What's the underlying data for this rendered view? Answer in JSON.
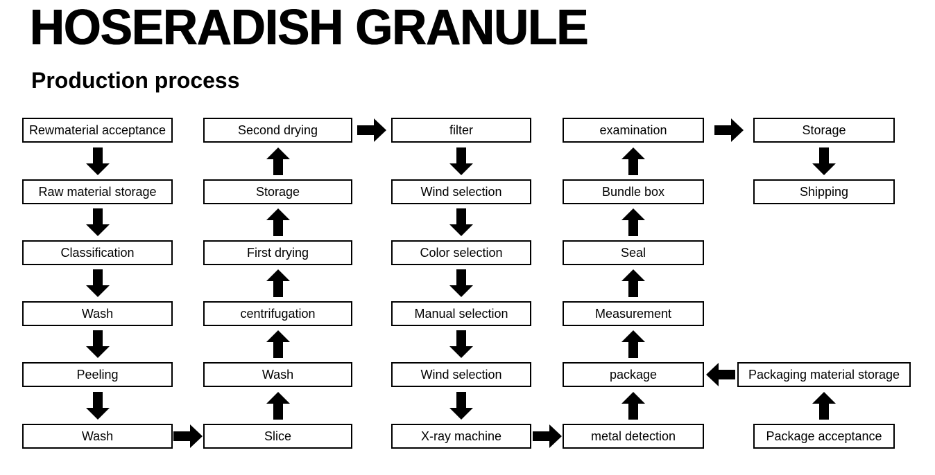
{
  "header": {
    "title": "HOSERADISH GRANULE",
    "subtitle": "Production process"
  },
  "colors": {
    "background": "#ffffff",
    "box_fill": "#ffffff",
    "box_border": "#000000",
    "text": "#000000",
    "arrow": "#000000"
  },
  "flowchart": {
    "nodes": [
      {
        "col": 0,
        "row": 0,
        "label": "Rewmaterial acceptance"
      },
      {
        "col": 0,
        "row": 1,
        "label": "Raw material storage"
      },
      {
        "col": 0,
        "row": 2,
        "label": "Classification"
      },
      {
        "col": 0,
        "row": 3,
        "label": "Wash"
      },
      {
        "col": 0,
        "row": 4,
        "label": "Peeling"
      },
      {
        "col": 0,
        "row": 5,
        "label": "Wash"
      },
      {
        "col": 1,
        "row": 0,
        "label": "Second drying"
      },
      {
        "col": 1,
        "row": 1,
        "label": "Storage"
      },
      {
        "col": 1,
        "row": 2,
        "label": "First drying"
      },
      {
        "col": 1,
        "row": 3,
        "label": "centrifugation"
      },
      {
        "col": 1,
        "row": 4,
        "label": "Wash"
      },
      {
        "col": 1,
        "row": 5,
        "label": "Slice"
      },
      {
        "col": 2,
        "row": 0,
        "label": "filter"
      },
      {
        "col": 2,
        "row": 1,
        "label": "Wind selection"
      },
      {
        "col": 2,
        "row": 2,
        "label": "Color selection"
      },
      {
        "col": 2,
        "row": 3,
        "label": "Manual selection"
      },
      {
        "col": 2,
        "row": 4,
        "label": "Wind selection"
      },
      {
        "col": 2,
        "row": 5,
        "label": "X-ray machine"
      },
      {
        "col": 3,
        "row": 0,
        "label": "examination"
      },
      {
        "col": 3,
        "row": 1,
        "label": "Bundle box"
      },
      {
        "col": 3,
        "row": 2,
        "label": "Seal"
      },
      {
        "col": 3,
        "row": 3,
        "label": "Measurement"
      },
      {
        "col": 3,
        "row": 4,
        "label": "package"
      },
      {
        "col": 3,
        "row": 5,
        "label": "metal detection"
      },
      {
        "col": 4,
        "row": 0,
        "label": "Storage"
      },
      {
        "col": 4,
        "row": 1,
        "label": "Shipping"
      },
      {
        "col": 4,
        "row": 4,
        "label": "Packaging material storage",
        "wide": true
      },
      {
        "col": 4,
        "row": 5,
        "label": "Package acceptance"
      }
    ],
    "connectors": [
      {
        "type": "v",
        "col": 0,
        "gap": 0,
        "dir": "down"
      },
      {
        "type": "v",
        "col": 0,
        "gap": 1,
        "dir": "down"
      },
      {
        "type": "v",
        "col": 0,
        "gap": 2,
        "dir": "down"
      },
      {
        "type": "v",
        "col": 0,
        "gap": 3,
        "dir": "down"
      },
      {
        "type": "v",
        "col": 0,
        "gap": 4,
        "dir": "down"
      },
      {
        "type": "h",
        "row": 5,
        "fromCol": 0,
        "toCol": 1,
        "dir": "right"
      },
      {
        "type": "v",
        "col": 1,
        "gap": 4,
        "dir": "up"
      },
      {
        "type": "v",
        "col": 1,
        "gap": 3,
        "dir": "up"
      },
      {
        "type": "v",
        "col": 1,
        "gap": 2,
        "dir": "up"
      },
      {
        "type": "v",
        "col": 1,
        "gap": 1,
        "dir": "up"
      },
      {
        "type": "v",
        "col": 1,
        "gap": 0,
        "dir": "up"
      },
      {
        "type": "h",
        "row": 0,
        "fromCol": 1,
        "toCol": 2,
        "dir": "right"
      },
      {
        "type": "v",
        "col": 2,
        "gap": 0,
        "dir": "down"
      },
      {
        "type": "v",
        "col": 2,
        "gap": 1,
        "dir": "down"
      },
      {
        "type": "v",
        "col": 2,
        "gap": 2,
        "dir": "down"
      },
      {
        "type": "v",
        "col": 2,
        "gap": 3,
        "dir": "down"
      },
      {
        "type": "v",
        "col": 2,
        "gap": 4,
        "dir": "down"
      },
      {
        "type": "h",
        "row": 5,
        "fromCol": 2,
        "toCol": 3,
        "dir": "right"
      },
      {
        "type": "v",
        "col": 3,
        "gap": 4,
        "dir": "up"
      },
      {
        "type": "v",
        "col": 3,
        "gap": 3,
        "dir": "up"
      },
      {
        "type": "v",
        "col": 3,
        "gap": 2,
        "dir": "up"
      },
      {
        "type": "v",
        "col": 3,
        "gap": 1,
        "dir": "up"
      },
      {
        "type": "v",
        "col": 3,
        "gap": 0,
        "dir": "up"
      },
      {
        "type": "h",
        "row": 0,
        "fromCol": 3,
        "toCol": 4,
        "dir": "right"
      },
      {
        "type": "v",
        "col": 4,
        "gap": 0,
        "dir": "down"
      },
      {
        "type": "h",
        "row": 4,
        "fromCol": 4,
        "toCol": 3,
        "dir": "left"
      },
      {
        "type": "v",
        "col": 4,
        "gap": 4,
        "dir": "up"
      }
    ]
  }
}
